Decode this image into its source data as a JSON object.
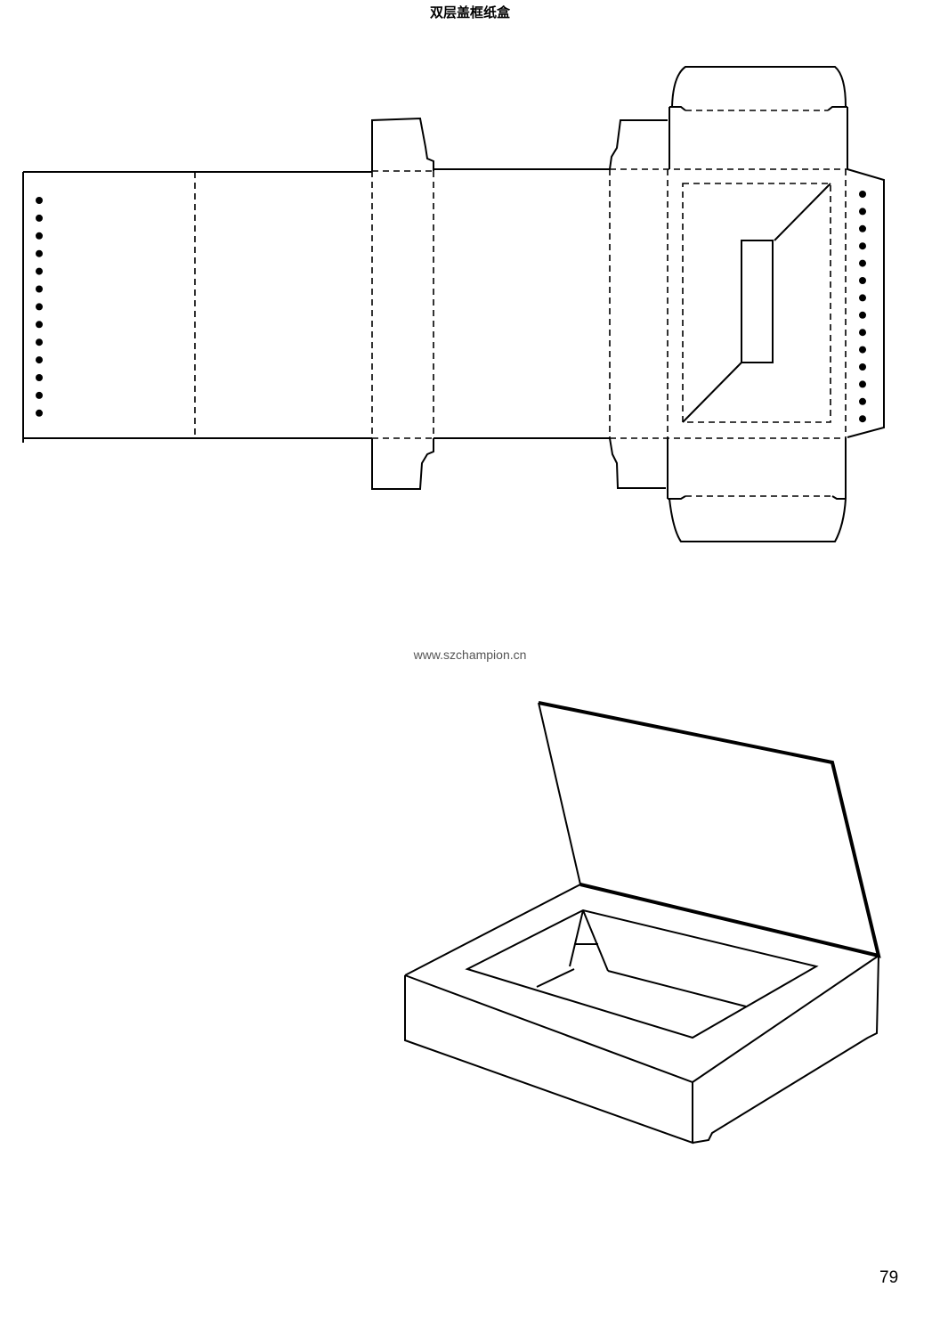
{
  "page": {
    "title": "双层盖框纸盒",
    "watermark": "www.szchampion.cn",
    "page_number": "79"
  }
}
